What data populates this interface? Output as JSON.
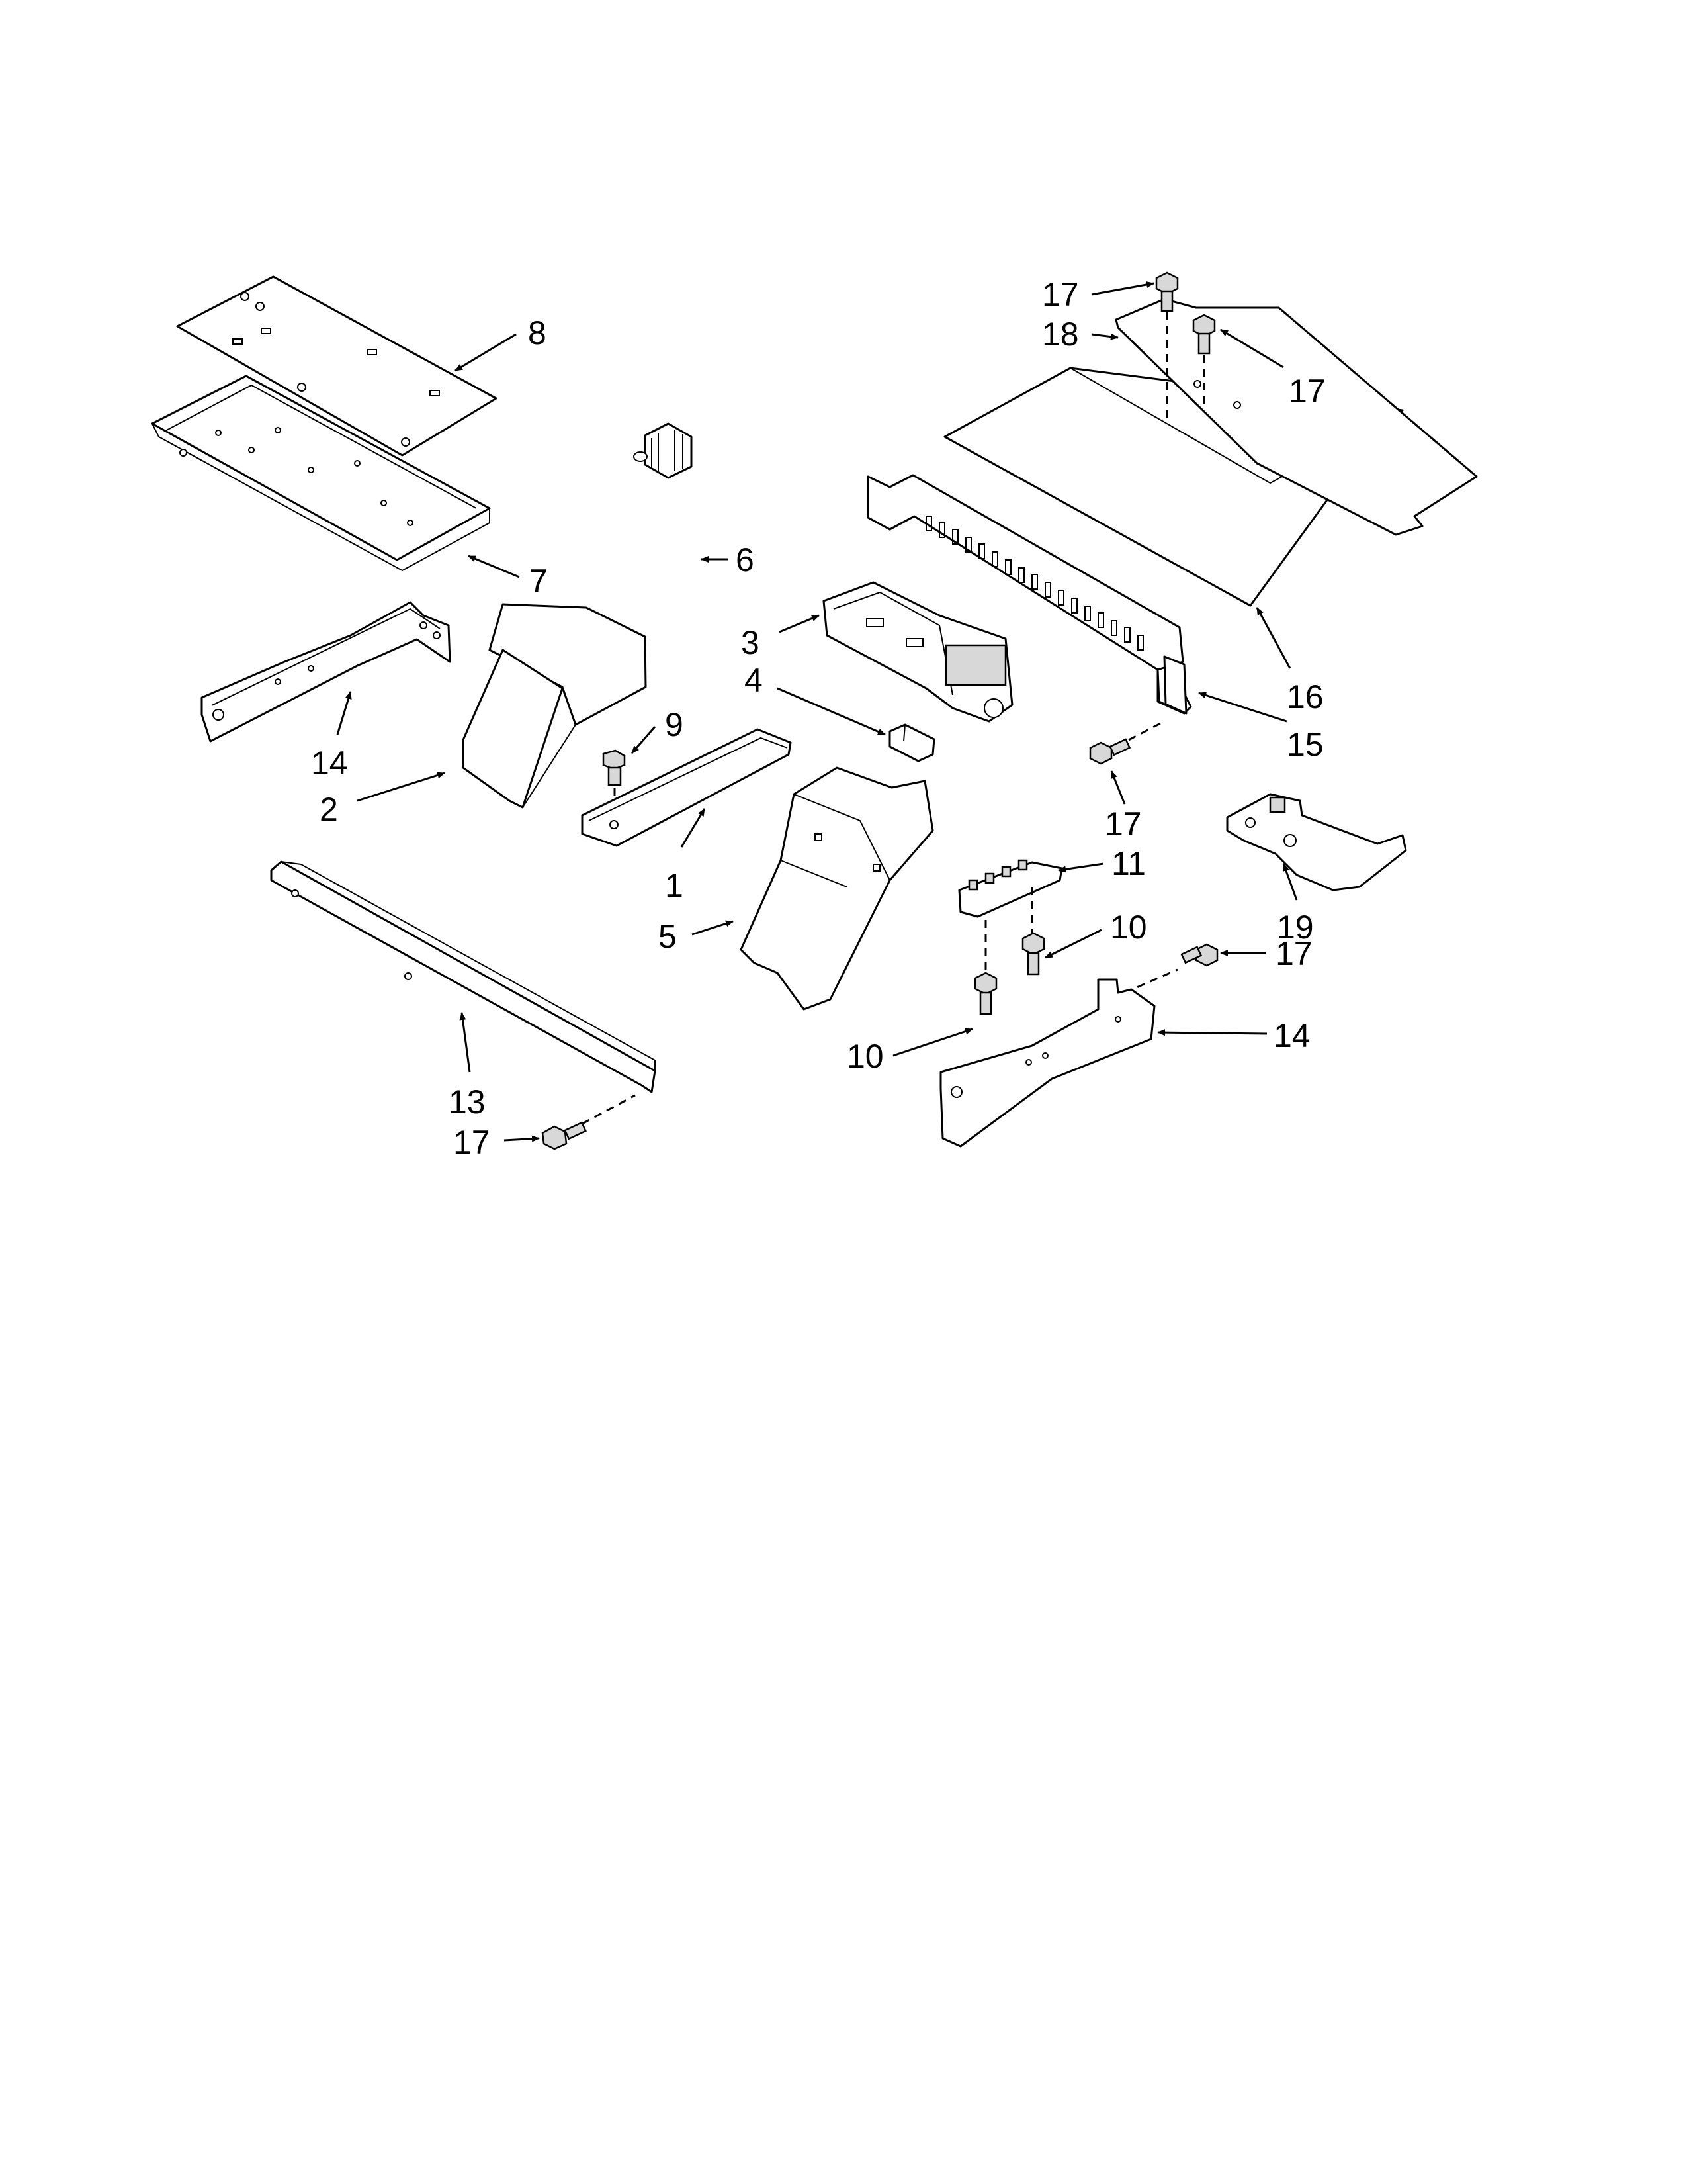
{
  "callouts": [
    {
      "id": "c8",
      "label": "8"
    },
    {
      "id": "c7",
      "label": "7"
    },
    {
      "id": "c6",
      "label": "6"
    },
    {
      "id": "c3",
      "label": "3"
    },
    {
      "id": "c4",
      "label": "4"
    },
    {
      "id": "c14a",
      "label": "14"
    },
    {
      "id": "c2",
      "label": "2"
    },
    {
      "id": "c9",
      "label": "9"
    },
    {
      "id": "c1",
      "label": "1"
    },
    {
      "id": "c5",
      "label": "5"
    },
    {
      "id": "c13",
      "label": "13"
    },
    {
      "id": "c17a",
      "label": "17"
    },
    {
      "id": "c17b",
      "label": "17"
    },
    {
      "id": "c18",
      "label": "18"
    },
    {
      "id": "c17c",
      "label": "17"
    },
    {
      "id": "c16",
      "label": "16"
    },
    {
      "id": "c15",
      "label": "15"
    },
    {
      "id": "c17d",
      "label": "17"
    },
    {
      "id": "c11",
      "label": "11"
    },
    {
      "id": "c10a",
      "label": "10"
    },
    {
      "id": "c19",
      "label": "19"
    },
    {
      "id": "c17e",
      "label": "17"
    },
    {
      "id": "c10b",
      "label": "10"
    },
    {
      "id": "c14b",
      "label": "14"
    }
  ]
}
